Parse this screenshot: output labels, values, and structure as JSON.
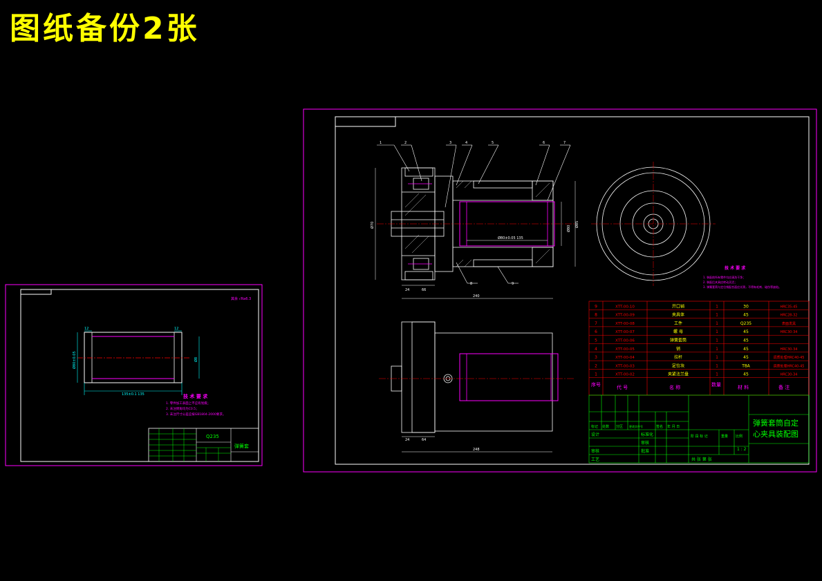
{
  "headline": "图纸备份2张",
  "colors": {
    "background": "#000000",
    "headline": "#ffff00",
    "frame": "#ff00ff",
    "lines": "#ffffff",
    "part": "#ff00ff",
    "centerline": "#ff0000",
    "title_block": "#00ff00",
    "dimension": "#00ffff",
    "table_red": "#ff0000",
    "table_yellow": "#ffff00"
  },
  "left_drawing": {
    "roughness": "其余 √Ra6.3",
    "dims": {
      "left_width": "12",
      "right_width": "12",
      "length": "135±0.1 135",
      "diameter": "Ø80±0.05",
      "bore": "Ø8"
    },
    "notes_title": "技 术 要 求",
    "notes": [
      "1. 零件加工表面上不应有划痕；",
      "2. 未注倒角均为C0.5；",
      "3. 未注尺寸公差应按GB1804-2000要求。"
    ],
    "material": "Q235",
    "part_name": "弹簧套"
  },
  "main_drawing": {
    "balloons": [
      "1",
      "2",
      "3",
      "4",
      "5",
      "6",
      "7"
    ],
    "balloon_low_a": "8",
    "balloon_low_b": "9",
    "dims": {
      "d_left": "Ø70",
      "bore_length": "Ø80±0.05 135",
      "d_right1": "Ø80",
      "d_right2": "Ø85",
      "b1": "24",
      "b2": "66",
      "total": "240",
      "c1": "24",
      "c2": "64",
      "ctotal": "248"
    },
    "notes_title": "技 术 要 求",
    "notes": [
      "1. 装配前所有零件均应清洗干净；",
      "2. 装配后夹具应转动灵活；",
      "3. 弹簧套筒与定位销配合面应光滑，不得有毛刺、碰伤等缺陷。"
    ]
  },
  "bom": {
    "rows": [
      {
        "no": "9",
        "code": "XTT-00-10",
        "name": "开口销",
        "qty": "1",
        "material": "30",
        "note": "HRC35-45"
      },
      {
        "no": "8",
        "code": "XTT-00-09",
        "name": "夹具体",
        "qty": "1",
        "material": "45",
        "note": "HRC28-32"
      },
      {
        "no": "7",
        "code": "XTT-00-08",
        "name": "工件",
        "qty": "1",
        "material": "Q235",
        "note": "表面发黑"
      },
      {
        "no": "6",
        "code": "XTT-00-07",
        "name": "螺 母",
        "qty": "1",
        "material": "45",
        "note": "HRC30-34"
      },
      {
        "no": "5",
        "code": "XTT-00-06",
        "name": "弹簧套筒",
        "qty": "1",
        "material": "45",
        "note": ""
      },
      {
        "no": "4",
        "code": "XTT-00-05",
        "name": "销",
        "qty": "1",
        "material": "45",
        "note": "HRC30-34"
      },
      {
        "no": "3",
        "code": "XTT-00-04",
        "name": "拉杆",
        "qty": "1",
        "material": "45",
        "note": "调质处理HRC40-45"
      },
      {
        "no": "2",
        "code": "XTT-00-03",
        "name": "定位块",
        "qty": "1",
        "material": "T8A",
        "note": "调质处理HRC40-45"
      },
      {
        "no": "1",
        "code": "XTT-00-02",
        "name": "夹紧法兰盘",
        "qty": "1",
        "material": "45",
        "note": "HRC30-34"
      }
    ],
    "header": {
      "no": "序号",
      "code": "代 号",
      "name": "名 称",
      "qty": "数量",
      "material": "材 料",
      "note": "备 注"
    }
  },
  "title_block": {
    "title_line1": "弹簧套筒自定",
    "title_line2": "心夹具装配图",
    "labels": [
      "标记",
      "处数",
      "分区",
      "更改文件号",
      "签名",
      "年 月 日"
    ],
    "design": "设计",
    "standard": "标准化",
    "review": "审核",
    "process": "工艺",
    "check": "审核",
    "approve": "批准",
    "stage_label": "阶 段 标 记",
    "weight_label": "重量",
    "scale_label": "比例",
    "scale": "1 : 2",
    "sheets": "共  张 第  张"
  },
  "small_title_block": {
    "material": "Q235",
    "part_name": "弹簧套"
  }
}
